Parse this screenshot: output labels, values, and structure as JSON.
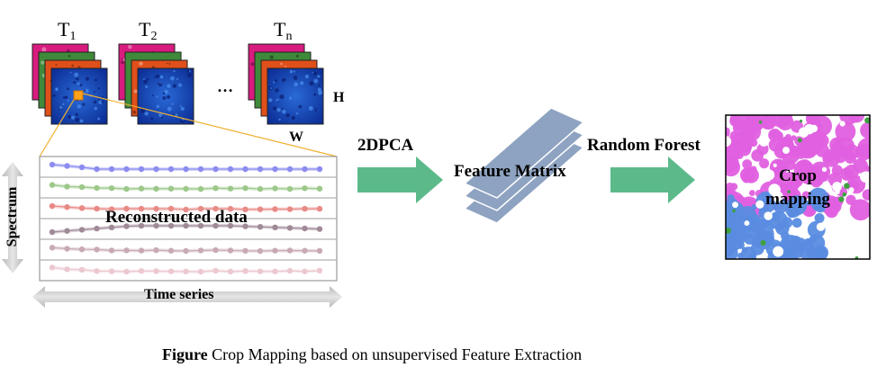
{
  "time_steps": [
    {
      "base": "T",
      "sub": "1"
    },
    {
      "base": "T",
      "sub": "2"
    },
    {
      "base": "T",
      "sub": "n"
    }
  ],
  "ellipsis": "…",
  "dim_h": "H",
  "dim_w": "W",
  "axis_spectrum": "Spectrum",
  "axis_time": "Time series",
  "panel_label": "Reconstructed data",
  "step1_label": "2DPCA",
  "feature_label": "Feature Matrix",
  "step2_label": "Random Forest",
  "output_label_line1": "Crop",
  "output_label_line2": "mapping",
  "caption": {
    "bold": "Figure",
    "text": " Crop Mapping based on unsupervised Feature Extraction"
  },
  "colors": {
    "arrow": "#5cba8a",
    "band_colors": [
      "#d81b7e",
      "#3f8a3a",
      "#e0501a",
      "#1a4fb8"
    ],
    "series_colors": [
      "#8c8cf0",
      "#9cc88a",
      "#e88a86",
      "#a08a98",
      "#c8aab4",
      "#ecc8d0"
    ],
    "sheet": "#8ea3c1",
    "map_magenta": "#e060e0",
    "map_blue": "#5a8ce0"
  }
}
